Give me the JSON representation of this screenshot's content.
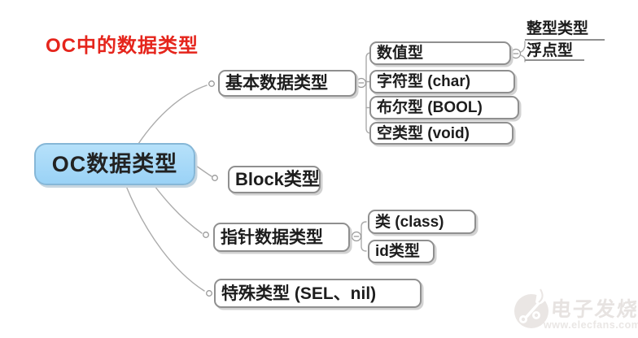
{
  "page_title": "OC中的数据类型",
  "mindmap": {
    "root": "OC数据类型",
    "branches": [
      {
        "label": "基本数据类型",
        "children": [
          {
            "label": "数值型",
            "children": [
              {
                "label": "整型类型"
              },
              {
                "label": "浮点型"
              }
            ]
          },
          {
            "label": "字符型 (char)"
          },
          {
            "label": "布尔型 (BOOL)"
          },
          {
            "label": "空类型 (void)"
          }
        ]
      },
      {
        "label": "Block类型"
      },
      {
        "label": "指针数据类型",
        "children": [
          {
            "label": "类 (class)"
          },
          {
            "label": "id类型"
          }
        ]
      },
      {
        "label": "特殊类型 (SEL、nil)"
      }
    ]
  },
  "watermark": {
    "brand": "电子发烧友",
    "url": "www.elecfans.com"
  },
  "colors": {
    "title_red": "#e5251c",
    "root_fill": "#a7daf8",
    "root_border": "#86b7d7",
    "box_border": "#8f8f8f",
    "wire_gray": "#ababab",
    "watermark_gray": "#e7e3e1"
  }
}
